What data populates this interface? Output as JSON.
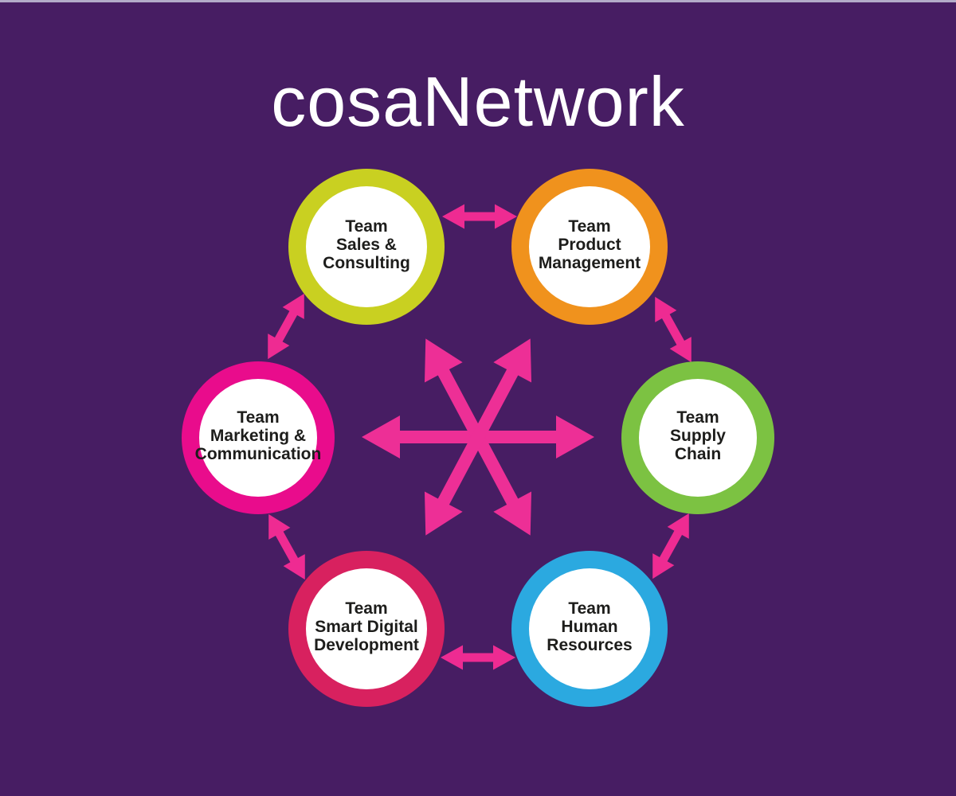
{
  "title": "cosaNetwork",
  "colors": {
    "background": "#471d63",
    "top_edge_line": "#b3abc9",
    "title_text": "#ffffff",
    "label_text": "#1d1d1b",
    "circle_fill": "#ffffff",
    "center_star_arrows": "#ed2f96",
    "connector_arrows": "#ee2b92"
  },
  "teams": [
    {
      "name": "Team Sales & Consulting",
      "lines": [
        "Team",
        "Sales &",
        "Consulting"
      ],
      "ring_color": "#c9d021"
    },
    {
      "name": "Team Product Management",
      "lines": [
        "Team",
        "Product",
        "Management"
      ],
      "ring_color": "#f0921d"
    },
    {
      "name": "Team Supply Chain",
      "lines": [
        "Team",
        "Supply",
        "Chain"
      ],
      "ring_color": "#7cc242"
    },
    {
      "name": "Team Human Resources",
      "lines": [
        "Team",
        "Human",
        "Resources"
      ],
      "ring_color": "#2ba9e0"
    },
    {
      "name": "Team Smart Digital Development",
      "lines": [
        "Team",
        "Smart Digital",
        "Development"
      ],
      "ring_color": "#d8215f"
    },
    {
      "name": "Team Marketing & Communication",
      "lines": [
        "Team",
        "Marketing &",
        "Communication"
      ],
      "ring_color": "#e90c8c"
    }
  ]
}
